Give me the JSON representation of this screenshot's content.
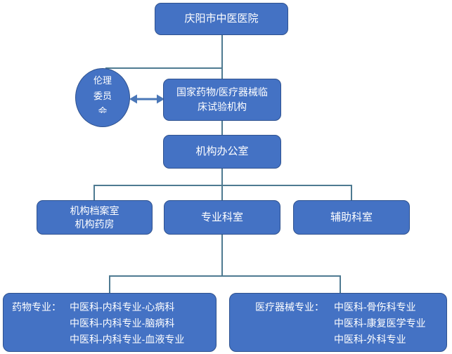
{
  "diagram": {
    "nodes": {
      "hospital": {
        "label": "庆阳市中医医院"
      },
      "ethics_committee": {
        "lines": [
          "伦理",
          "委员",
          "会"
        ]
      },
      "trial_institution": {
        "lines": [
          "国家药物/医疗器械临",
          "床试验机构"
        ]
      },
      "office": {
        "label": "机构办公室"
      },
      "archives_pharmacy": {
        "lines": [
          "机构档案室",
          "机构药房"
        ]
      },
      "professional_depts": {
        "label": "专业科室"
      },
      "auxiliary_depts": {
        "label": "辅助科室"
      },
      "drug_specialties": {
        "label": "药物专业：",
        "items": [
          "中医科-内科专业-心病科",
          "中医科-内科专业-脑病科",
          "中医科-内科专业-血液专业"
        ]
      },
      "device_specialties": {
        "label": "医疗器械专业：",
        "items": [
          "中医科-骨伤科专业",
          "中医科-康复医学专业",
          "中医科-外科专业"
        ]
      }
    },
    "colors": {
      "node_fill": "#4472c4",
      "node_border": "#2f528f",
      "connector": "#4e7a91",
      "arrow": "#4a77b8",
      "text": "#ffffff"
    }
  }
}
